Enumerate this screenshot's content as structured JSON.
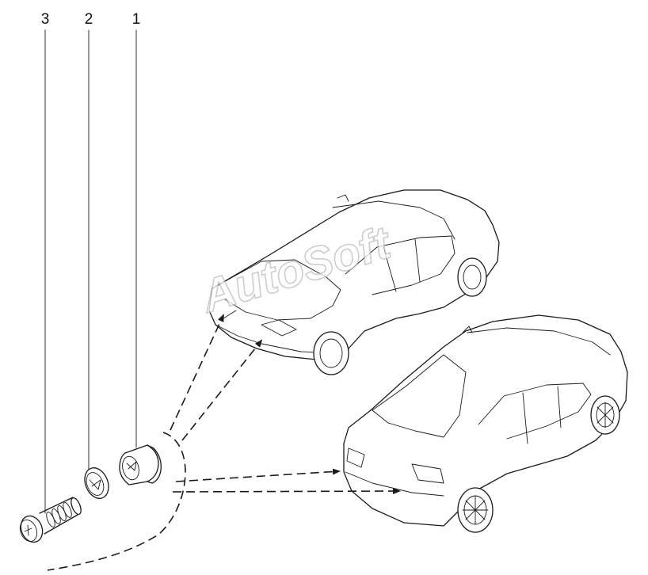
{
  "callouts": [
    {
      "number": "3"
    },
    {
      "number": "2"
    },
    {
      "number": "1"
    }
  ],
  "watermark": "AutoSoft"
}
